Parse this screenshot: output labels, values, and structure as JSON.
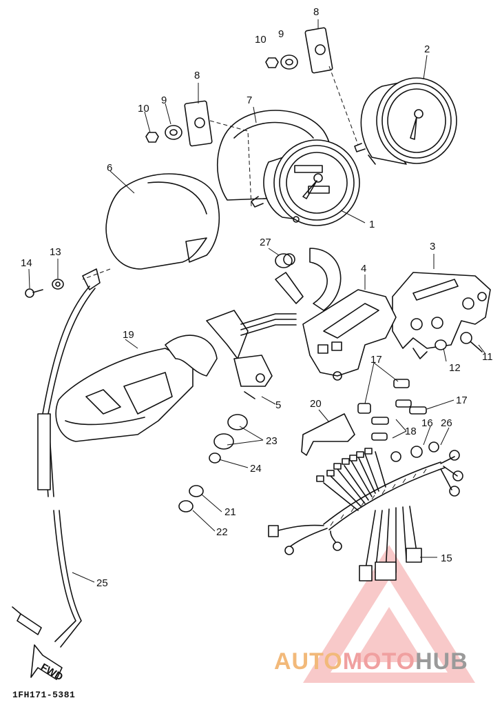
{
  "diagram": {
    "part_code": "1FH171-5381",
    "watermark": {
      "part1": "AUTO",
      "part2": "MOTO",
      "part3": "HUB"
    },
    "arrow_label": "FWD",
    "callouts": {
      "c1": "1",
      "c2": "2",
      "c3": "3",
      "c4": "4",
      "c5": "5",
      "c6": "6",
      "c7": "7",
      "c8a": "8",
      "c8b": "8",
      "c9a": "9",
      "c9b": "9",
      "c10a": "10",
      "c10b": "10",
      "c11": "11",
      "c12": "12",
      "c13": "13",
      "c14": "14",
      "c15": "15",
      "c16": "16",
      "c17a": "17",
      "c17b": "17",
      "c18": "18",
      "c19": "19",
      "c20": "20",
      "c21": "21",
      "c22": "22",
      "c23": "23",
      "c24": "24",
      "c25": "25",
      "c26": "26",
      "c27": "27"
    },
    "colors": {
      "ink": "#111111",
      "wm_orange": "#f2b97a",
      "wm_red": "#f0a0a0",
      "wm_gray": "#9a9a9a"
    }
  }
}
